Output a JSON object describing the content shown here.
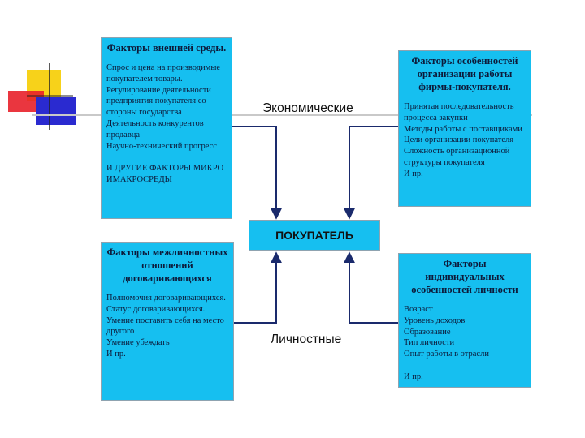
{
  "boxes": {
    "external": {
      "title": "Факторы внешней среды.",
      "body": "Спрос и цена на производимые покупателем товары.\nРегулирование деятельности предприятия покупателя со стороны государства\nДеятельность конкурентов продавца\nНаучно-технический прогресс\n\nИ ДРУГИЕ ФАКТОРЫ МИКРО ИМАКРОСРЕДЫ"
    },
    "organization": {
      "title": "Факторы особенностей организации работы фирмы-покупателя.",
      "body": "Принятая последовательность процесса закупки\nМетоды работы с поставщиками\nЦели организации покупателя\nСложность организационной структуры покупателя\nИ пр."
    },
    "interpersonal": {
      "title": "Факторы межличностных отношений договаривающихся",
      "body": "Полномочия договаривающихся.\nСтатус договаривающихся.\nУмение поставить себя на место другого\nУмение убеждать\nИ пр."
    },
    "individual": {
      "title": "Факторы индивидуальных особенностей личности",
      "body": "Возраст\nУровень доходов\nОбразование\nТип личности\nОпыт работы в отрасли\n\nИ пр."
    }
  },
  "center": {
    "label": "ПОКУПАТЕЛЬ"
  },
  "labels": {
    "economic": "Экономические",
    "personal": "Личностные"
  },
  "colors": {
    "box_fill": "#16bff0",
    "arrow": "#1a2a6c",
    "logo_yellow": "#f7d21a",
    "logo_red": "#e8202a",
    "logo_blue": "#2a2ad0"
  }
}
